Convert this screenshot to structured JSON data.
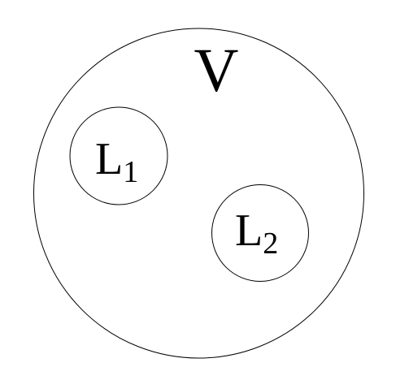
{
  "diagram": {
    "outer_set": {
      "label": "V"
    },
    "inner_sets": [
      {
        "label": "L",
        "subscript": "1"
      },
      {
        "label": "L",
        "subscript": "2"
      }
    ]
  },
  "colors": {
    "stroke": "#000000",
    "background": "#ffffff"
  }
}
